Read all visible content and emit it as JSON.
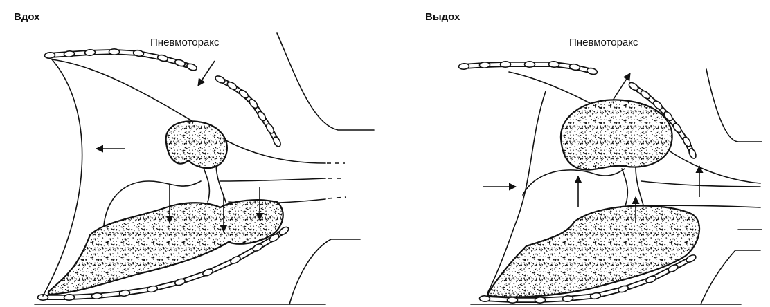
{
  "panels": [
    {
      "title": "Вдох",
      "label": "Пневмоторакс"
    },
    {
      "title": "Выдох",
      "label": "Пневмоторакс"
    }
  ],
  "colors": {
    "ink": "#111111",
    "background": "#ffffff"
  }
}
